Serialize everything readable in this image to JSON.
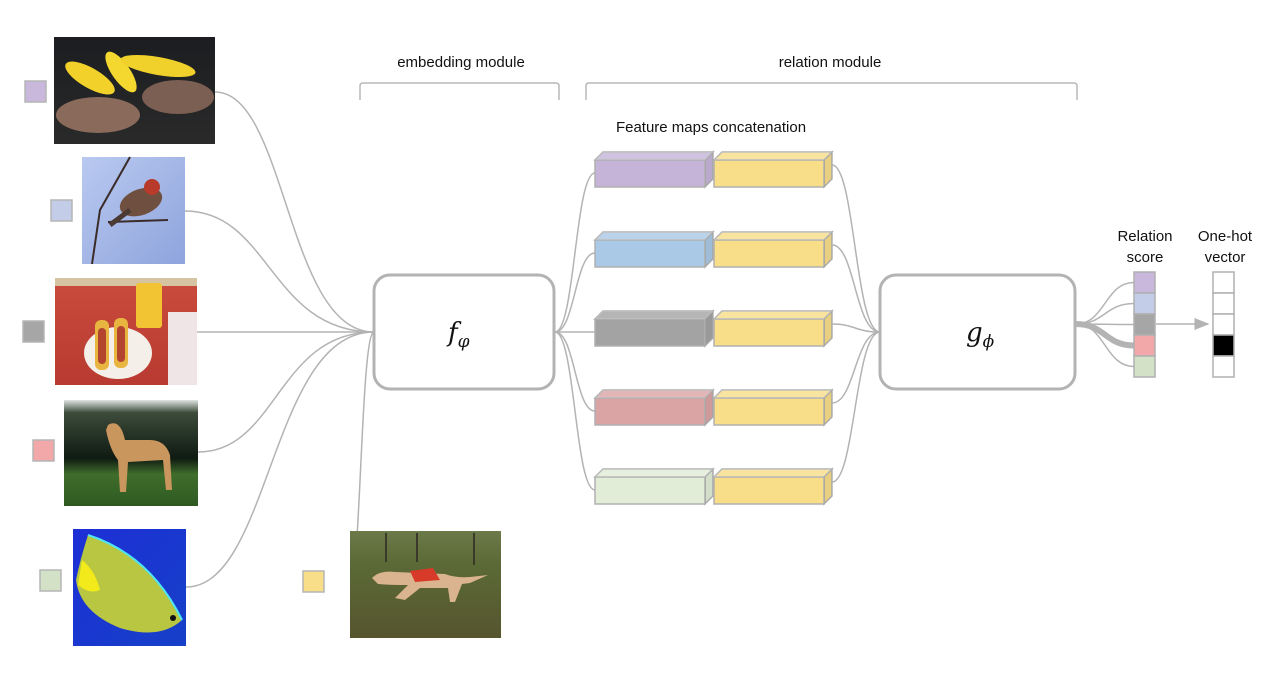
{
  "labels": {
    "embedding_module": "embedding module",
    "relation_module": "relation module",
    "feature_maps": "Feature maps concatenation",
    "relation_score_1": "Relation",
    "relation_score_2": "score",
    "one_hot_1": "One-hot",
    "one_hot_2": "vector"
  },
  "modules": {
    "embedding": {
      "symbol": "f",
      "subscript": "φ"
    },
    "relation": {
      "symbol": "g",
      "subscript": "ϕ"
    }
  },
  "support_images": [
    {
      "name": "grilled-corn-and-steak",
      "class_color": "#c9b8dc"
    },
    {
      "name": "house-finch-bird",
      "class_color": "#c3cde8"
    },
    {
      "name": "hot-dogs",
      "class_color": "#a6a6a6"
    },
    {
      "name": "saluki-dog-standing",
      "class_color": "#f2a8a8"
    },
    {
      "name": "queen-angelfish",
      "class_color": "#d3e2c6"
    }
  ],
  "query_image": {
    "name": "saluki-dog-running",
    "class_color": "#f9de8a"
  },
  "feature_blocks": [
    {
      "support_color": "#c5b4d8",
      "query_color": "#f8de88"
    },
    {
      "support_color": "#a9c9e6",
      "query_color": "#f8de88"
    },
    {
      "support_color": "#a3a3a3",
      "query_color": "#f8de88"
    },
    {
      "support_color": "#dba4a4",
      "query_color": "#f8de88"
    },
    {
      "support_color": "#e2edd7",
      "query_color": "#f8de88"
    }
  ],
  "relation_scores": [
    {
      "color": "#c9b8dc"
    },
    {
      "color": "#c3cde8"
    },
    {
      "color": "#a6a6a6"
    },
    {
      "color": "#f2a8a8"
    },
    {
      "color": "#d3e2c6"
    }
  ],
  "one_hot": [
    0,
    0,
    0,
    1,
    0
  ],
  "colors": {
    "line": "#b3b3b3",
    "box_stroke": "#b0b0b0",
    "hot": "#000000"
  }
}
